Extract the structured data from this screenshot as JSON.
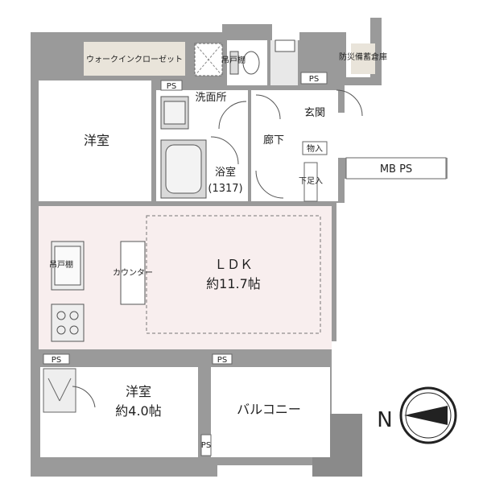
{
  "plan": {
    "walk_in_closet": "ウォークインクローゼット",
    "ps_top_left": "PS",
    "washroom": "洗面所",
    "toilet_cabinet": "吊戸棚",
    "ps_top_right": "PS",
    "disaster_storage": "防災備蓄倉庫",
    "entrance": "玄関",
    "storage": "物入",
    "corridor": "廊下",
    "shoe_box": "下足入",
    "mb_ps": "MB PS",
    "bedroom_north": "洋室",
    "bathroom": "浴室",
    "bathroom_size": "(1317)",
    "ldk": "ＬＤＫ",
    "ldk_size": "約11.7帖",
    "counter": "カウンター",
    "kitchen_cabinet": "吊戸棚",
    "ps_mid_left": "PS",
    "ps_mid_right": "PS",
    "bedroom_south": "洋室",
    "bedroom_south_size": "約4.0帖",
    "ps_bottom": "PS",
    "balcony": "バルコニー",
    "compass_north": "N"
  },
  "colors": {
    "wall": "#8c8c8c",
    "exterior": "#a9a9a9",
    "wic": "#e7e2d8",
    "ldk": "#f8eeee",
    "wet": "#e6e6e6",
    "room": "#ffffff"
  }
}
